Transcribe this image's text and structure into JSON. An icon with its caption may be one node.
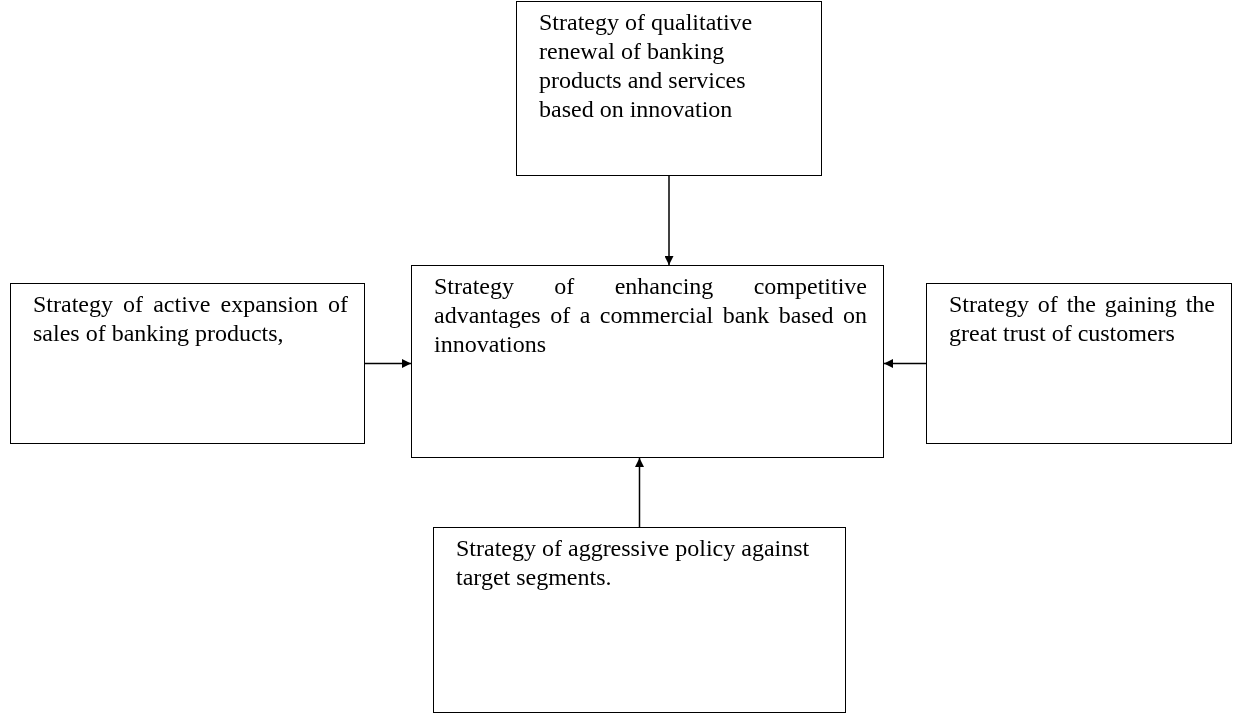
{
  "diagram": {
    "nodes": [
      {
        "text": [
          "Strategy of qualitative renewal of banking products and services based on innovation"
        ]
      },
      {
        "text": [
          "Strategy of active expansion of sales of banking products,"
        ]
      },
      {
        "text": [
          "Strategy of enhancing competitive advantages of a commercial bank based on innovations"
        ]
      },
      {
        "text": [
          "Strategy of the gaining the great trust of customers"
        ]
      },
      {
        "text": [
          "Strategy of aggressive policy against target segments."
        ]
      }
    ],
    "edges": [
      {
        "from": 0,
        "to": 2,
        "arrow": "to"
      },
      {
        "from": 1,
        "to": 2,
        "arrow": "to"
      },
      {
        "from": 3,
        "to": 2,
        "arrow": "to"
      },
      {
        "from": 4,
        "to": 2,
        "arrow": "to"
      }
    ]
  }
}
